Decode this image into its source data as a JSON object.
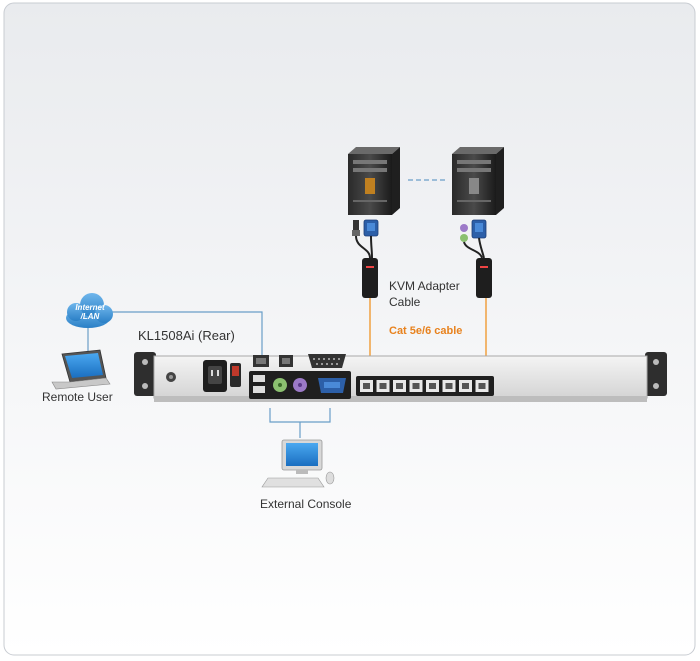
{
  "labels": {
    "device_title": "KL1508Ai (Rear)",
    "remote_user": "Remote User",
    "external_console": "External Console",
    "kvm_adapter_line1": "KVM Adapter",
    "kvm_adapter_line2": "Cable",
    "cat_cable": "Cat 5e/6 cable",
    "cloud_line1": "Internet",
    "cloud_line2": "/LAN"
  },
  "colors": {
    "cable_orange": "#f0a040",
    "line_blue": "#6a9ec8",
    "rack_body": "#e6e6e6",
    "background": "#f5f6f8"
  },
  "devices": {
    "rj45_port_count": 8,
    "computer_count": 2
  }
}
